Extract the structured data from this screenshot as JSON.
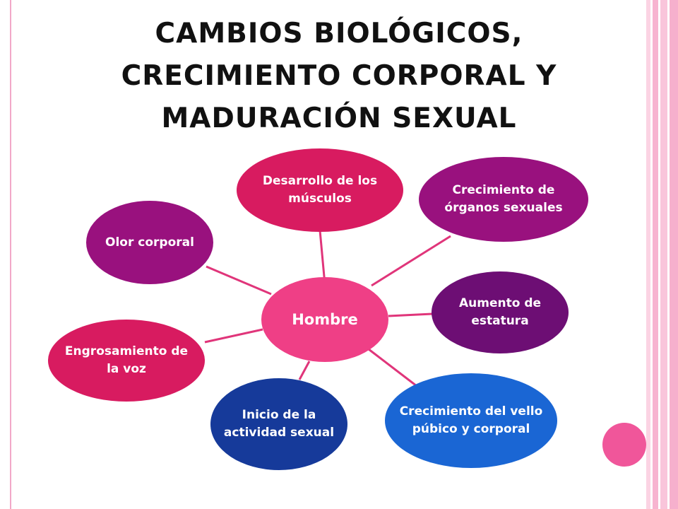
{
  "title": {
    "line1": "CAMBIOS BIOLÓGICOS,",
    "line2": "CRECIMIENTO CORPORAL Y",
    "line3": "MADURACIÓN SEXUAL"
  },
  "center": {
    "label": "Hombre",
    "color": "#ef3f86"
  },
  "nodes": [
    {
      "id": "musculos",
      "label": "Desarrollo de los músculos",
      "color": "#d81b60"
    },
    {
      "id": "organos",
      "label": "Crecimiento de órganos sexuales",
      "color": "#99117e"
    },
    {
      "id": "estatura",
      "label": "Aumento de estatura",
      "color": "#6d0e74"
    },
    {
      "id": "vello",
      "label": "Crecimiento del vello púbico y corporal",
      "color": "#1a66d4"
    },
    {
      "id": "inicio",
      "label": "Inicio de la actividad sexual",
      "color": "#163a9a"
    },
    {
      "id": "voz",
      "label": "Engrosamiento de la voz",
      "color": "#d81b60"
    },
    {
      "id": "olor",
      "label": "Olor corporal",
      "color": "#99117e"
    }
  ],
  "connector_color": "#e0357a",
  "accent_dot_color": "#f0569a"
}
